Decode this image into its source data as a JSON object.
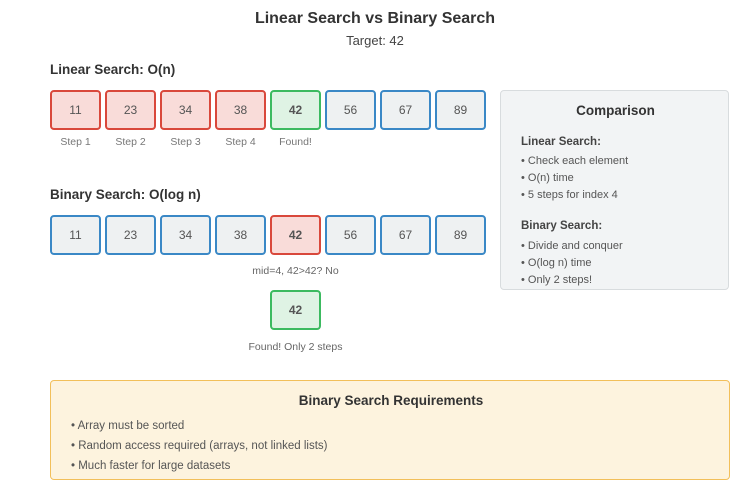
{
  "header": {
    "title": "Linear Search vs Binary Search",
    "subtitle": "Target: 42"
  },
  "linear": {
    "heading": "Linear Search: O(n)",
    "cells": [
      "11",
      "23",
      "34",
      "38",
      "42",
      "56",
      "67",
      "89"
    ],
    "step_labels": [
      "Step 1",
      "Step 2",
      "Step 3",
      "Step 4",
      "Found!"
    ]
  },
  "binary": {
    "heading": "Binary Search: O(log n)",
    "cells": [
      "11",
      "23",
      "34",
      "38",
      "42",
      "56",
      "67",
      "89"
    ],
    "mid_note": "mid=4, 42>42? No",
    "result_cell": "42",
    "result_note": "Found! Only 2 steps"
  },
  "comparison": {
    "title": "Comparison",
    "linear_heading": "Linear Search:",
    "linear_points": [
      "• Check each element",
      "• O(n) time",
      "• 5 steps for index 4"
    ],
    "binary_heading": "Binary Search:",
    "binary_points": [
      "• Divide and conquer",
      "• O(log n) time",
      "• Only 2 steps!"
    ]
  },
  "requirements": {
    "title": "Binary Search Requirements",
    "points": [
      "• Array must be sorted",
      "• Random access required (arrays, not linked lists)",
      "• Much faster for large datasets"
    ]
  },
  "colors": {
    "default_border": "#3a88c6",
    "checked_border": "#d9483b",
    "found_border": "#3cba60",
    "requirements_border": "#f2bf5a"
  }
}
